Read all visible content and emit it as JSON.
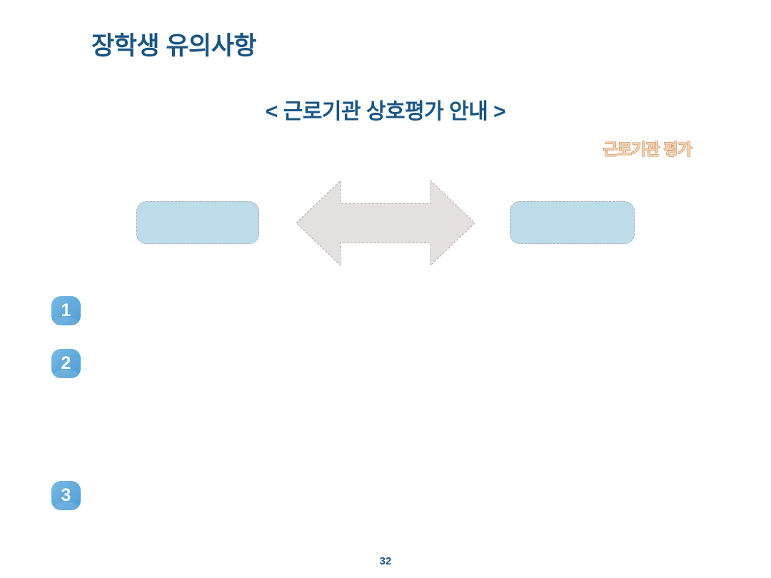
{
  "slide": {
    "title": "장학생 유의사항",
    "subtitle": "< 근로기관 상호평가 안내 >",
    "caption_evaluation": "근로기관 평가",
    "page_number": "32",
    "colors": {
      "title_blue": "#1a5583",
      "box_fill_blue": "#bcdcea",
      "box_border_dashed": "#b0a9a6",
      "arrow_fill_gray": "#e3e0df",
      "arrow_border_dashed": "#b6b0ad",
      "badge_blue": "#64abdd",
      "caption_fill_peach": "#f6d4b4",
      "caption_outline_tan": "#c79263",
      "background": "#ffffff"
    }
  },
  "diagram": {
    "left_box": {
      "label": ""
    },
    "right_box": {
      "label": ""
    },
    "arrow": {
      "label": "",
      "direction": "bidirectional"
    }
  },
  "bullets": [
    {
      "number": "1",
      "text": ""
    },
    {
      "number": "2",
      "text": ""
    },
    {
      "number": "3",
      "text": ""
    }
  ]
}
